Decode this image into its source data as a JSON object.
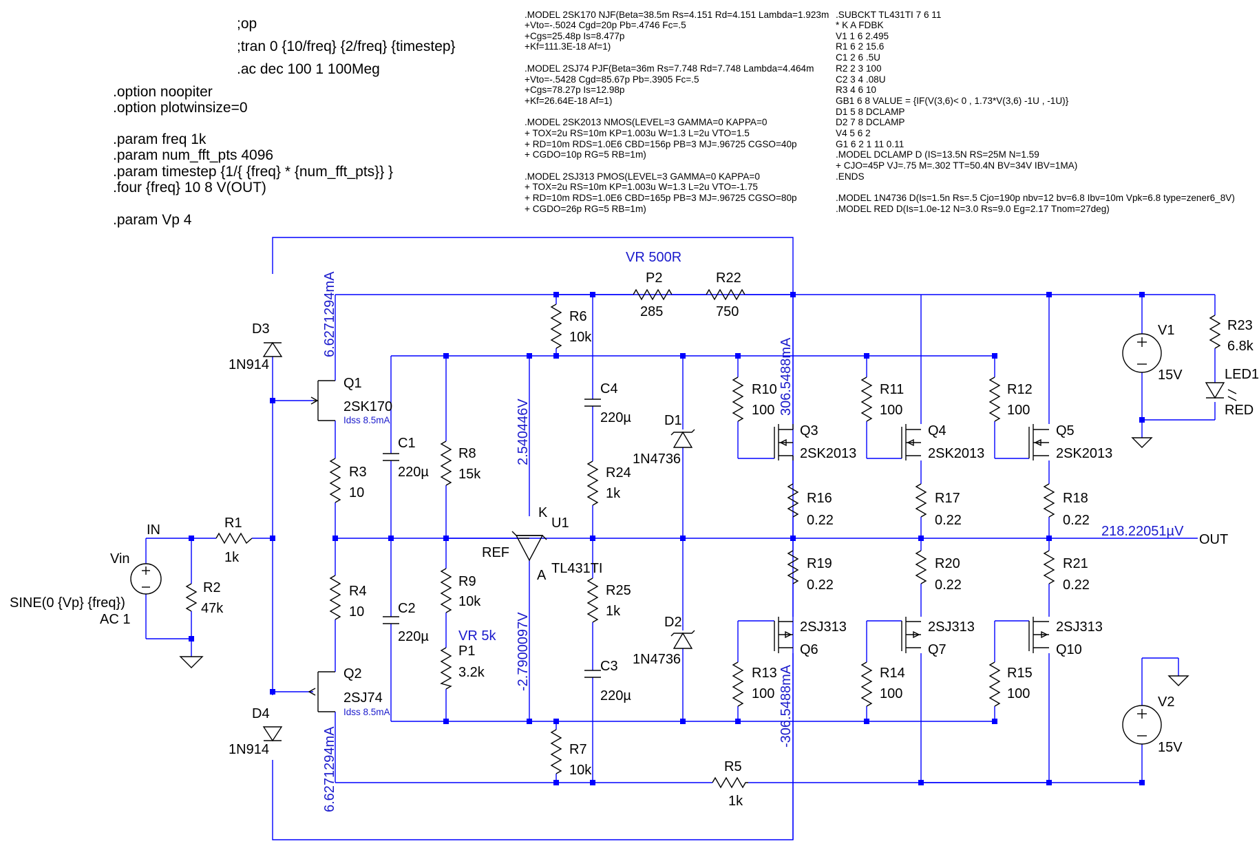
{
  "directives_left": [
    ";op",
    ";tran 0 {10/freq} {2/freq} {timestep}",
    ".ac dec 100 1 100Meg",
    ".option noopiter",
    ".option plotwinsize=0",
    ".param freq 1k",
    ".param num_fft_pts 4096",
    ".param timestep {1/{ {freq} * {num_fft_pts}} }",
    ".four {freq} 10 8 V(OUT)",
    ".param Vp 4"
  ],
  "models_mid": [
    ".MODEL 2SK170 NJF(Beta=38.5m Rs=4.151 Rd=4.151 Lambda=1.923m",
    "+Vto=-.5024 Cgd=20p Pb=.4746 Fc=.5",
    "+Cgs=25.48p Is=8.477p",
    "+Kf=111.3E-18 Af=1)",
    ".MODEL 2SJ74 PJF(Beta=36m Rs=7.748 Rd=7.748 Lambda=4.464m",
    "+Vto=-.5428 Cgd=85.67p Pb=.3905 Fc=.5",
    "+Cgs=78.27p Is=12.98p",
    "+Kf=26.64E-18 Af=1)",
    ".MODEL 2SK2013 NMOS(LEVEL=3 GAMMA=0 KAPPA=0",
    "+ TOX=2u RS=10m KP=1.003u W=1.3 L=2u VTO=1.5",
    "+ RD=10m RDS=1.0E6 CBD=156p PB=3 MJ=.96725 CGSO=40p",
    "+ CGDO=10p RG=5 RB=1m)",
    ".MODEL 2SJ313 PMOS(LEVEL=3 GAMMA=0 KAPPA=0",
    "+ TOX=2u RS=10m KP=1.003u W=1.3 L=2u VTO=-1.75",
    "+ RD=10m RDS=1.0E6 CBD=165p PB=3 MJ=.96725 CGSO=80p",
    "+ CGDO=26p RG=5 RB=1m)"
  ],
  "models_right": [
    ".SUBCKT TL431TI 7 6 11",
    "*           K A FDBK",
    "V1 1 6 2.495",
    "R1 6 2 15.6",
    "C1 2 6 .5U",
    "R2 2 3 100",
    "C2 3 4 .08U",
    "R3 4 6 10",
    "GB1 6 8 VALUE = {IF(V(3,6)< 0 , 1.73*V(3,6) -1U , -1U)}",
    "D1 5 8 DCLAMP",
    "D2 7 8 DCLAMP",
    "V4 5 6 2",
    "G1 6 2 1 11 0.11",
    ".MODEL DCLAMP D (IS=13.5N RS=25M N=1.59",
    "+ CJO=45P VJ=.75 M=.302 TT=50.4N BV=34V IBV=1MA)",
    ".ENDS",
    ".MODEL 1N4736 D(Is=1.5n Rs=.5 Cjo=190p nbv=12 bv=6.8 Ibv=10m Vpk=6.8 type=zener6_8V)",
    ".MODEL RED D(Is=1.0e-12 N=3.0 Rs=9.0 Eg=2.17 Tnom=27deg)"
  ],
  "labels": {
    "vin": "Vin",
    "vin_val1": "SINE(0 {Vp} {freq})",
    "vin_val2": "AC 1",
    "in_net": "IN",
    "r1": "R1",
    "r1v": "1k",
    "r2": "R2",
    "r2v": "47k",
    "d3": "D3",
    "d3v": "1N914",
    "d4": "D4",
    "d4v": "1N914",
    "q1": "Q1",
    "q1v": "2SK170",
    "q1n": "Idss 8.5mA",
    "q2": "Q2",
    "q2v": "2SJ74",
    "q2n": "Idss 8.5mA",
    "r3": "R3",
    "r3v": "10",
    "r4": "R4",
    "r4v": "10",
    "c1": "C1",
    "c1v": "220µ",
    "c2": "C2",
    "c2v": "220µ",
    "r8": "R8",
    "r8v": "15k",
    "r9": "R9",
    "r9v": "10k",
    "p1": "P1",
    "p1v": "3.2k",
    "p1n": "VR 5k",
    "u1": "U1",
    "u1v": "TL431TI",
    "u1k": "K",
    "u1a": "A",
    "u1ref": "REF",
    "r6": "R6",
    "r6v": "10k",
    "r7": "R7",
    "r7v": "10k",
    "p2": "P2",
    "p2v": "285",
    "p2n": "VR 500R",
    "r22": "R22",
    "r22v": "750",
    "c4": "C4",
    "c4v": "220µ",
    "c3": "C3",
    "c3v": "220µ",
    "r24": "R24",
    "r24v": "1k",
    "r25": "R25",
    "r25v": "1k",
    "d1": "D1",
    "d1v": "1N4736",
    "d2": "D2",
    "d2v": "1N4736",
    "r10": "R10",
    "r10v": "100",
    "r11": "R11",
    "r11v": "100",
    "r12": "R12",
    "r12v": "100",
    "q3": "Q3",
    "q3v": "2SK2013",
    "q4": "Q4",
    "q4v": "2SK2013",
    "q5": "Q5",
    "q5v": "2SK2013",
    "r16": "R16",
    "r16v": "0.22",
    "r17": "R17",
    "r17v": "0.22",
    "r18": "R18",
    "r18v": "0.22",
    "r19": "R19",
    "r19v": "0.22",
    "r20": "R20",
    "r20v": "0.22",
    "r21": "R21",
    "r21v": "0.22",
    "q6": "Q6",
    "q6v": "2SJ313",
    "q7": "Q7",
    "q7v": "2SJ313",
    "q10": "Q10",
    "q10v": "2SJ313",
    "r13": "R13",
    "r13v": "100",
    "r14": "R14",
    "r14v": "100",
    "r15": "R15",
    "r15v": "100",
    "r5": "R5",
    "r5v": "1k",
    "v1": "V1",
    "v1v": "15V",
    "v2": "V2",
    "v2v": "15V",
    "r23": "R23",
    "r23v": "6.8k",
    "led1": "LED1",
    "led1v": "RED",
    "out_net": "OUT"
  },
  "readouts": {
    "i_q1": "6.6271294mA",
    "i_q2": "6.6271294mA",
    "i_top": "306.5488mA",
    "i_bot": "-306.5488mA",
    "v_k": "2.540446V",
    "v_a": "-2.7900097V",
    "v_out": "218.22051µV"
  },
  "colors": {
    "wire": "#0000ff",
    "symbol": "#000000",
    "readout": "#1a1acc",
    "background": "#ffffff"
  }
}
